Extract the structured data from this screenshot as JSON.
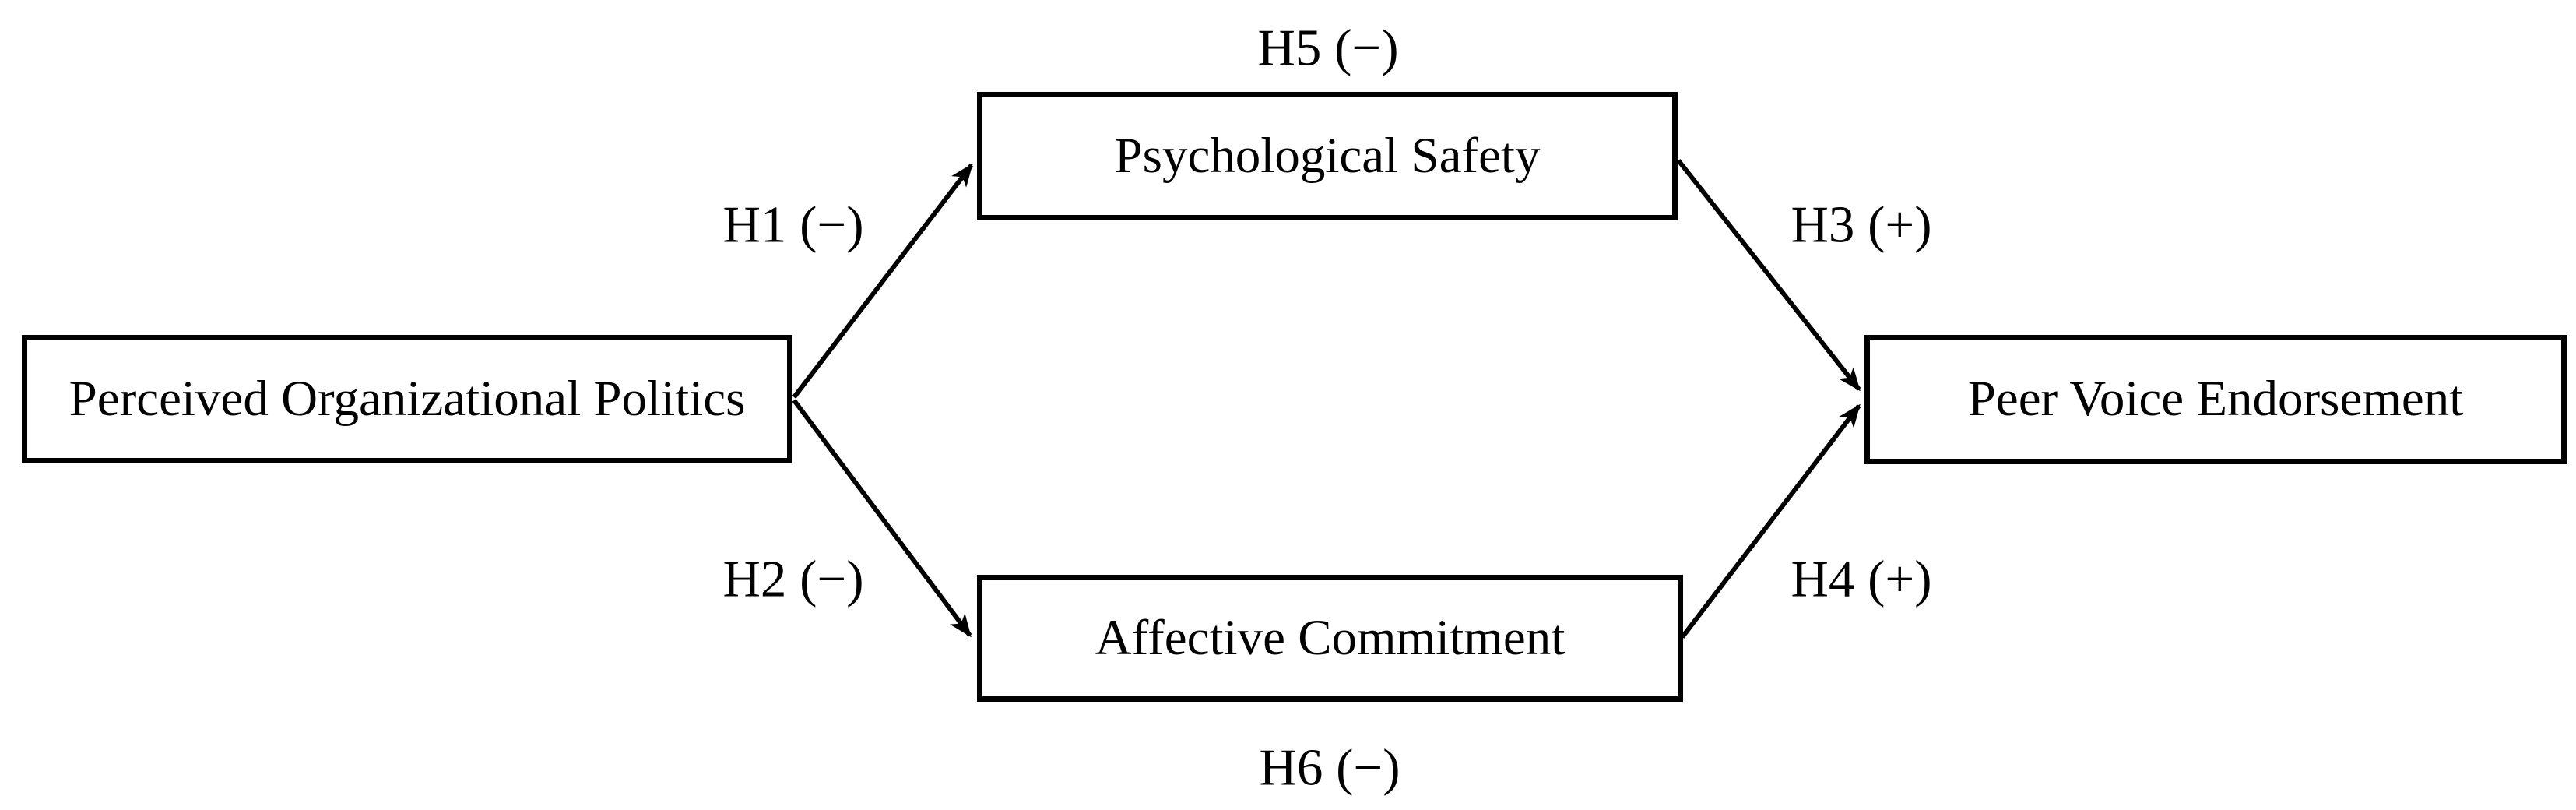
{
  "diagram": {
    "background_color": "#ffffff",
    "line_color": "#000000",
    "text_color": "#000000",
    "nodes": {
      "independent": "Perceived Organizational Politics",
      "mediator_top": "Psychological Safety",
      "mediator_bottom": "Affective Commitment",
      "dependent": "Peer Voice Endorsement"
    },
    "hypotheses": {
      "h1": "H1 (−)",
      "h2": "H2 (−)",
      "h3": "H3 (+)",
      "h4": "H4 (+)",
      "h5": "H5 (−)",
      "h6": "H6 (−)"
    }
  }
}
